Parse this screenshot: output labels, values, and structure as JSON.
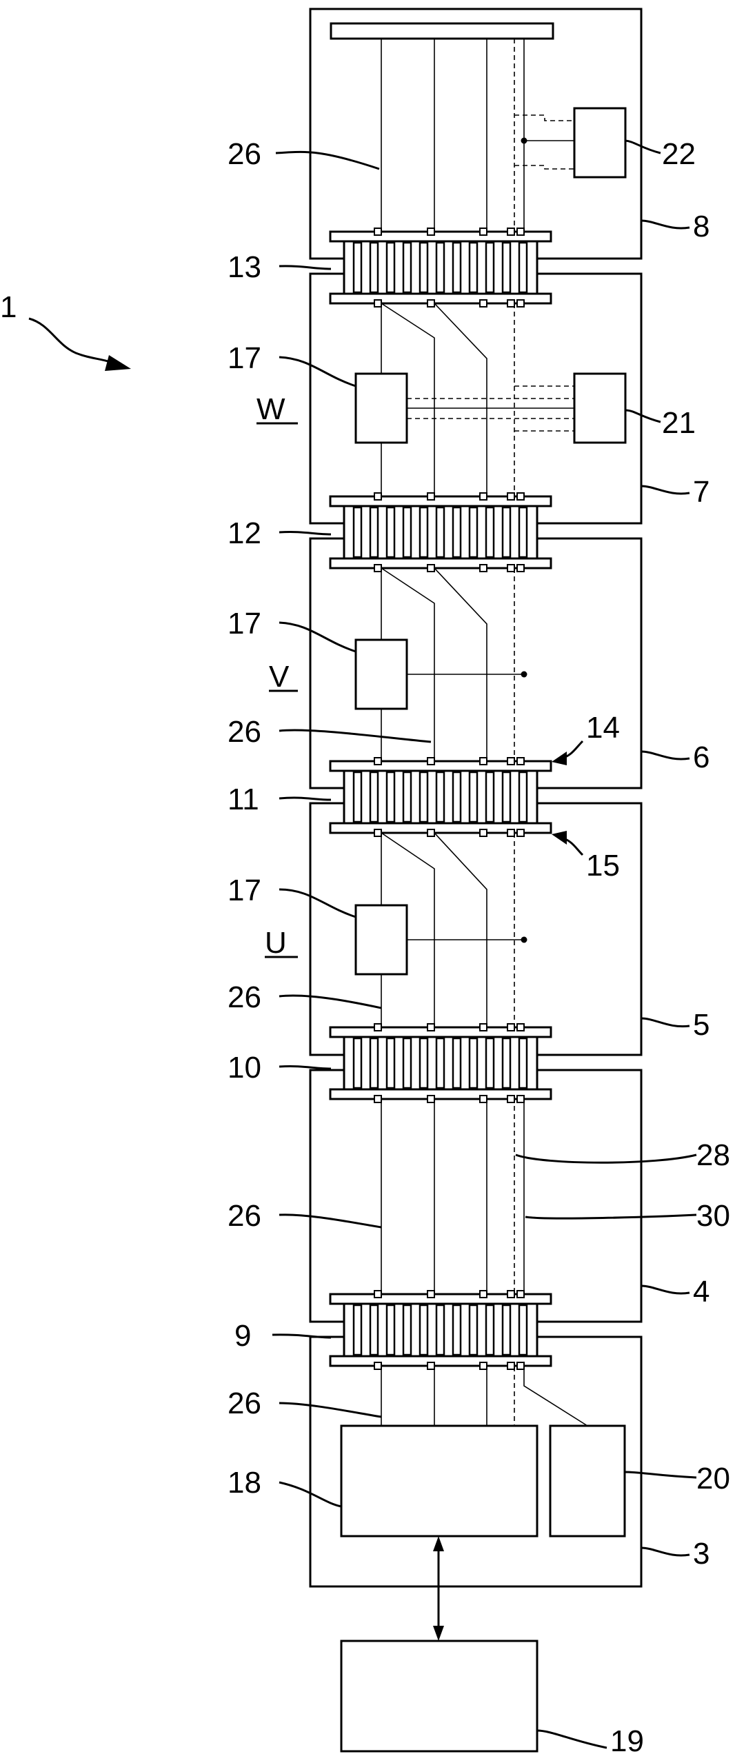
{
  "figure": {
    "ref_labels": [
      {
        "id": "l1",
        "text": "1"
      },
      {
        "id": "l26a",
        "text": "26"
      },
      {
        "id": "l22",
        "text": "22"
      },
      {
        "id": "l8",
        "text": "8"
      },
      {
        "id": "l13",
        "text": "13"
      },
      {
        "id": "l17a",
        "text": "17"
      },
      {
        "id": "lW",
        "text": "W"
      },
      {
        "id": "l21",
        "text": "21"
      },
      {
        "id": "l7",
        "text": "7"
      },
      {
        "id": "l12",
        "text": "12"
      },
      {
        "id": "l17b",
        "text": "17"
      },
      {
        "id": "lV",
        "text": "V"
      },
      {
        "id": "l26b",
        "text": "26"
      },
      {
        "id": "l14",
        "text": "14"
      },
      {
        "id": "l6",
        "text": "6"
      },
      {
        "id": "l11",
        "text": "11"
      },
      {
        "id": "l15",
        "text": "15"
      },
      {
        "id": "l17c",
        "text": "17"
      },
      {
        "id": "lU",
        "text": "U"
      },
      {
        "id": "l26c",
        "text": "26"
      },
      {
        "id": "l5",
        "text": "5"
      },
      {
        "id": "l10",
        "text": "10"
      },
      {
        "id": "l28",
        "text": "28"
      },
      {
        "id": "l26d",
        "text": "26"
      },
      {
        "id": "l30",
        "text": "30"
      },
      {
        "id": "l4",
        "text": "4"
      },
      {
        "id": "l9",
        "text": "9"
      },
      {
        "id": "l26e",
        "text": "26"
      },
      {
        "id": "l20",
        "text": "20"
      },
      {
        "id": "l18",
        "text": "18"
      },
      {
        "id": "l3",
        "text": "3"
      },
      {
        "id": "l19",
        "text": "19"
      }
    ]
  }
}
